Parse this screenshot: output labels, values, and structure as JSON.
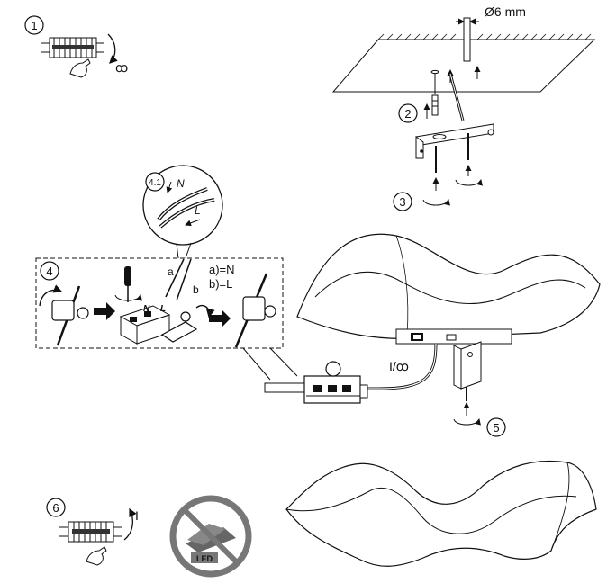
{
  "steps": {
    "s1": "1",
    "s2": "2",
    "s3": "3",
    "s4": "4",
    "s41": "4.1",
    "s5": "5",
    "s6": "6"
  },
  "dimension": "Ø6 mm",
  "wires": {
    "a": "a",
    "b": "b",
    "legend_a": "a)=N",
    "legend_b": "b)=L",
    "n": "N",
    "l": "L",
    "terminal_n": "N",
    "terminal_l": "L"
  },
  "switch": {
    "off_symbol": "ꝏ",
    "on_label": "I",
    "toggle_label": "I/ꝏ"
  },
  "badge": "LED"
}
